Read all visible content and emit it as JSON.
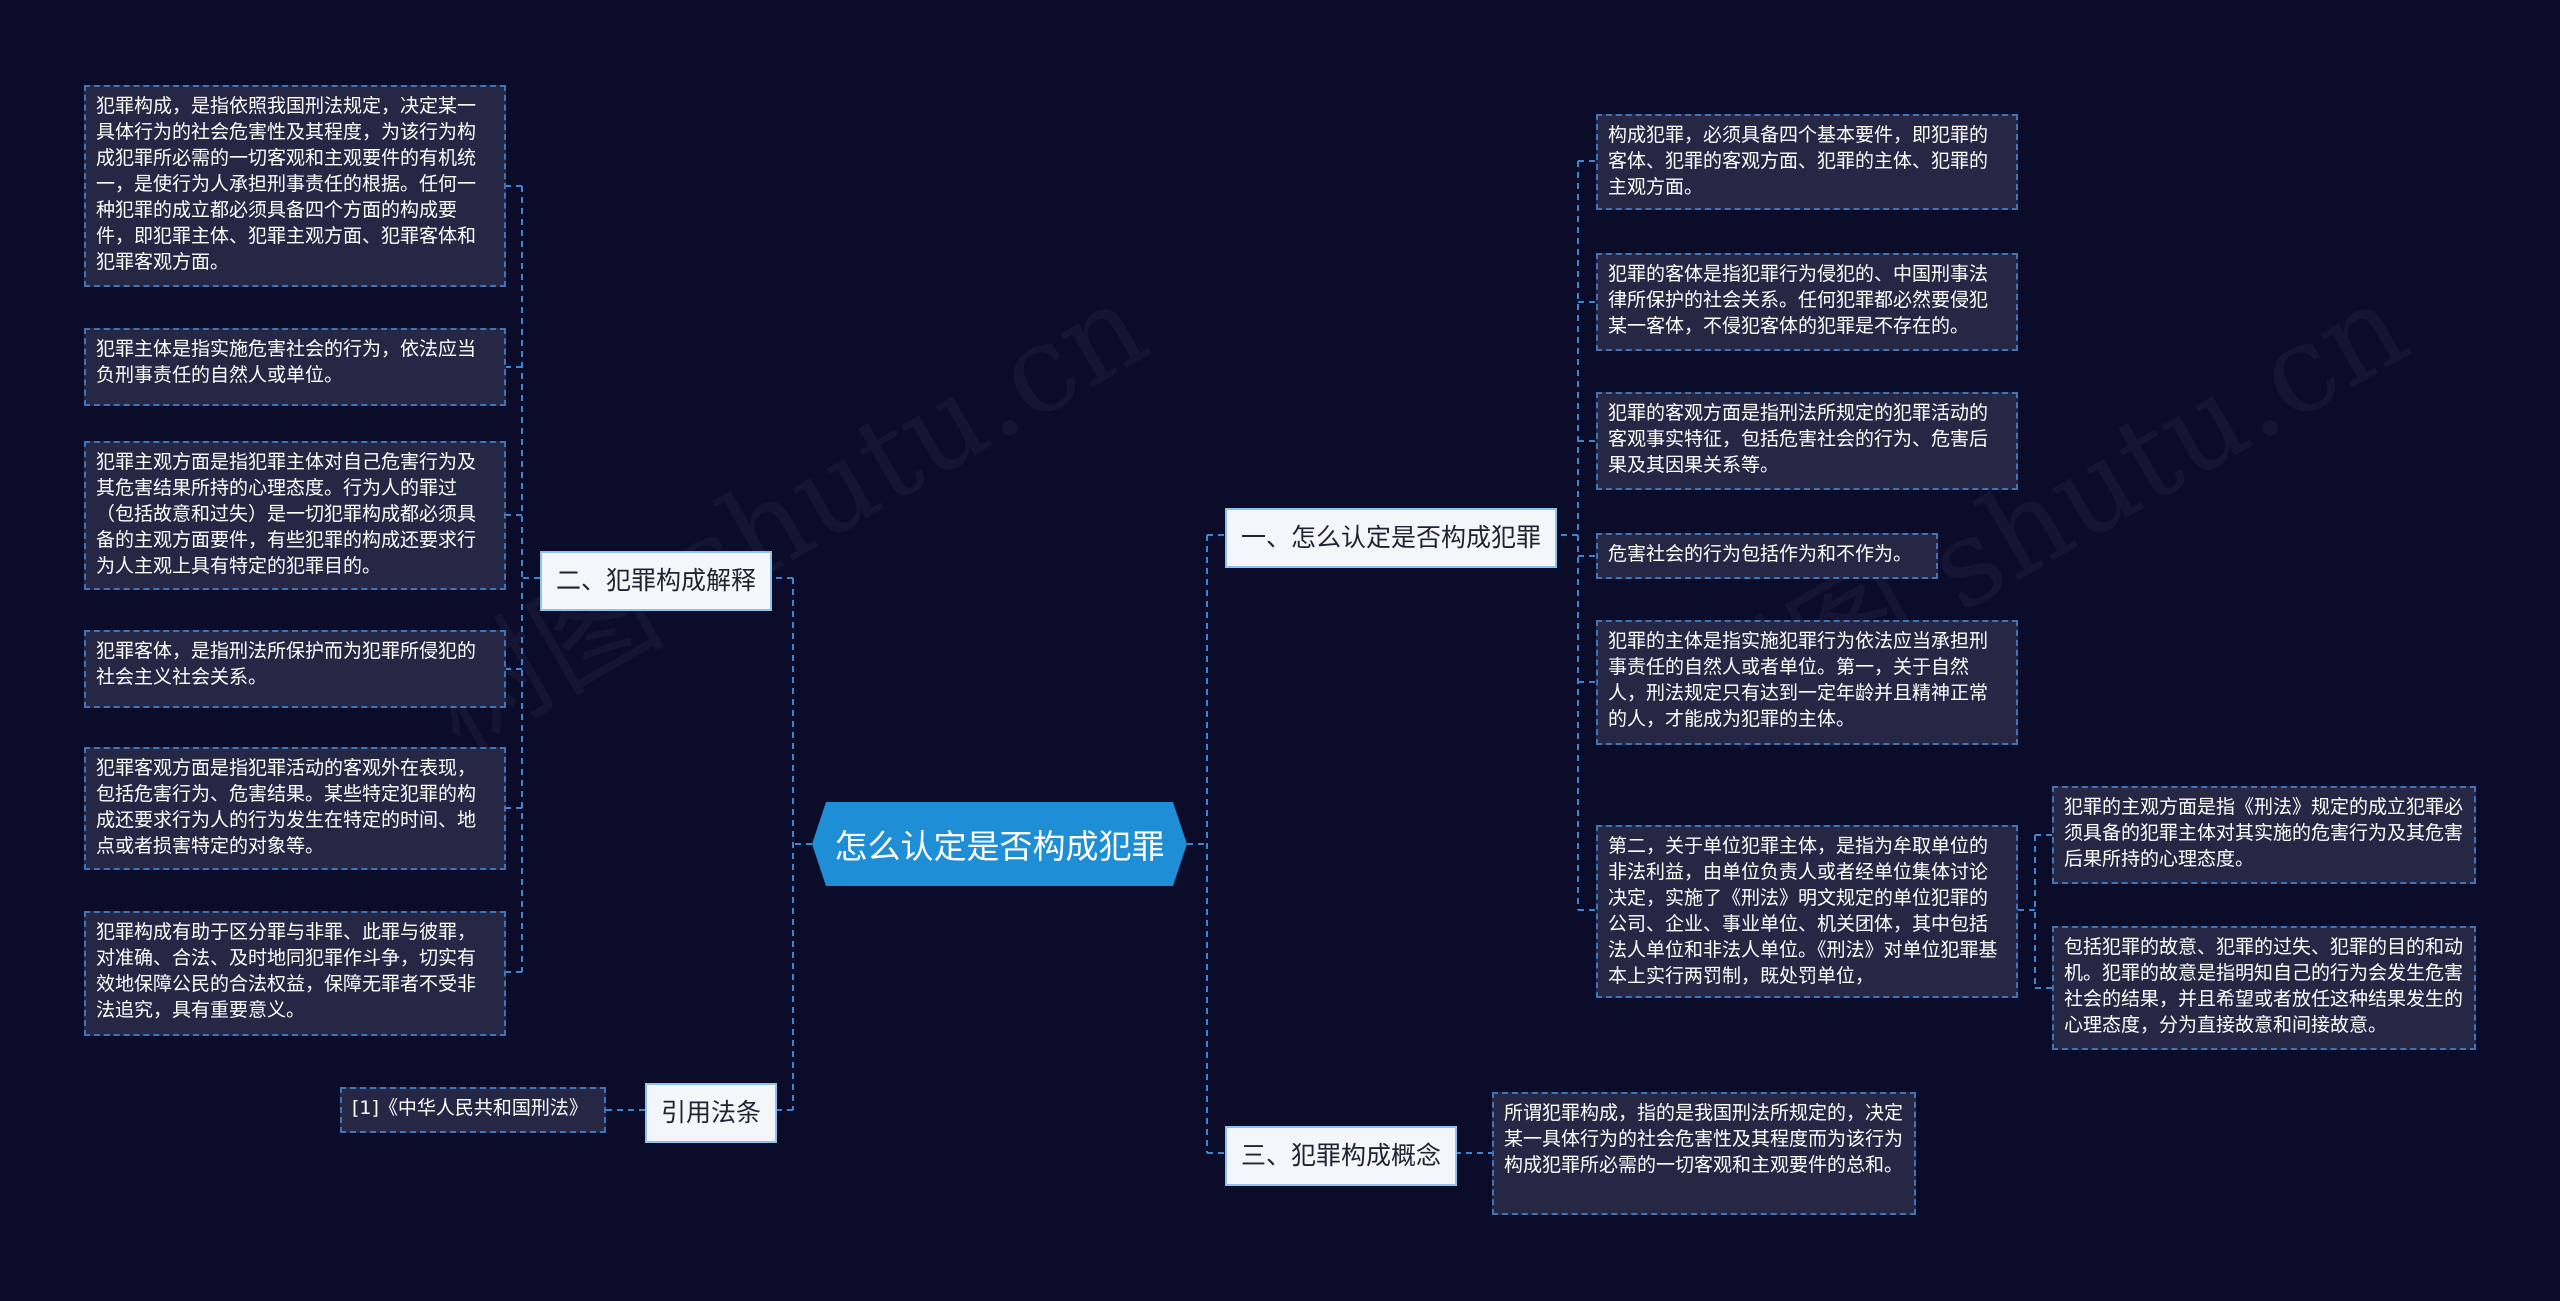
{
  "root": {
    "title": "怎么认定是否构成犯罪"
  },
  "watermarks": [
    "树图 shutu.cn",
    "树图 shutu.cn"
  ],
  "colors": {
    "background": "#0b0b2a",
    "root": "#1e8fd6",
    "link": "#3a86d0",
    "leaf_bg": "#262645"
  },
  "left": {
    "branch2": {
      "label": "二、犯罪构成解释",
      "items": [
        "犯罪构成，是指依照我国刑法规定，决定某一具体行为的社会危害性及其程度，为该行为构成犯罪所必需的一切客观和主观要件的有机统一，是使行为人承担刑事责任的根据。任何一种犯罪的成立都必须具备四个方面的构成要件，即犯罪主体、犯罪主观方面、犯罪客体和犯罪客观方面。",
        "犯罪主体是指实施危害社会的行为，依法应当负刑事责任的自然人或单位。",
        "犯罪主观方面是指犯罪主体对自己危害行为及其危害结果所持的心理态度。行为人的罪过（包括故意和过失）是一切犯罪构成都必须具备的主观方面要件，有些犯罪的构成还要求行为人主观上具有特定的犯罪目的。",
        "犯罪客体，是指刑法所保护而为犯罪所侵犯的社会主义社会关系。",
        "犯罪客观方面是指犯罪活动的客观外在表现，包括危害行为、危害结果。某些特定犯罪的构成还要求行为人的行为发生在特定的时间、地点或者损害特定的对象等。",
        "犯罪构成有助于区分罪与非罪、此罪与彼罪，对准确、合法、及时地同犯罪作斗争，切实有效地保障公民的合法权益，保障无罪者不受非法追究，具有重要意义。"
      ]
    },
    "citation": {
      "label": "引用法条",
      "items": [
        "[1]《中华人民共和国刑法》"
      ]
    }
  },
  "right": {
    "branch1": {
      "label": "一、怎么认定是否构成犯罪",
      "items": [
        "构成犯罪，必须具备四个基本要件，即犯罪的客体、犯罪的客观方面、犯罪的主体、犯罪的主观方面。",
        "犯罪的客体是指犯罪行为侵犯的、中国刑事法律所保护的社会关系。任何犯罪都必然要侵犯某一客体，不侵犯客体的犯罪是不存在的。",
        "犯罪的客观方面是指刑法所规定的犯罪活动的客观事实特征，包括危害社会的行为、危害后果及其因果关系等。",
        "危害社会的行为包括作为和不作为。",
        "犯罪的主体是指实施犯罪行为依法应当承担刑事责任的自然人或者单位。第一，关于自然人，刑法规定只有达到一定年龄并且精神正常的人，才能成为犯罪的主体。",
        "第二，关于单位犯罪主体，是指为牟取单位的非法利益，由单位负责人或者经单位集体讨论决定，实施了《刑法》明文规定的单位犯罪的公司、企业、事业单位、机关团体，其中包括法人单位和非法人单位。《刑法》对单位犯罪基本上实行两罚制，既处罚单位，"
      ],
      "sub_items": [
        "犯罪的主观方面是指《刑法》规定的成立犯罪必须具备的犯罪主体对其实施的危害行为及其危害后果所持的心理态度。",
        "包括犯罪的故意、犯罪的过失、犯罪的目的和动机。犯罪的故意是指明知自己的行为会发生危害社会的结果，并且希望或者放任这种结果发生的心理态度，分为直接故意和间接故意。"
      ]
    },
    "branch3": {
      "label": "三、犯罪构成概念",
      "items": [
        "所谓犯罪构成，指的是我国刑法所规定的，决定某一具体行为的社会危害性及其程度而为该行为构成犯罪所必需的一切客观和主观要件的总和。"
      ]
    }
  }
}
